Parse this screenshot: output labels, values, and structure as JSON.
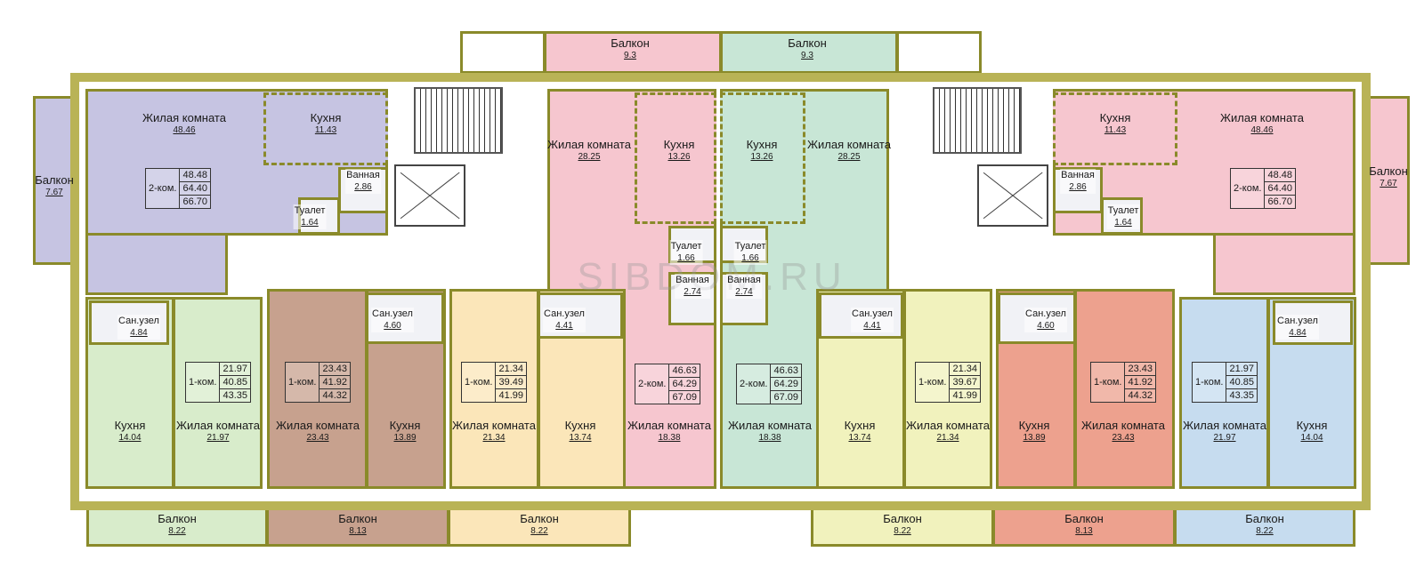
{
  "watermark": "SIBDOM.RU",
  "colors": {
    "lilac": "#c6c4e2",
    "pink": "#f6c6cf",
    "mint": "#c8e6d6",
    "lightgreen": "#d8eccb",
    "brown": "#c7a18e",
    "cream": "#fbe6b9",
    "yellow": "#f1f2bd",
    "salmon": "#eda18e",
    "blue": "#c6dcef",
    "corridor": "#ffffff",
    "wall": "#b9b356"
  },
  "top_balconies": [
    {
      "label": "Балкон",
      "area": "9.3"
    },
    {
      "label": "Балкон",
      "area": "9.3"
    }
  ],
  "side_balconies": [
    {
      "label": "Балкон",
      "area": "7.67"
    },
    {
      "label": "Балкон",
      "area": "7.67"
    }
  ],
  "bottom_balconies": [
    {
      "label": "Балкон",
      "area": "8.22"
    },
    {
      "label": "Балкон",
      "area": "8.13"
    },
    {
      "label": "Балкон",
      "area": "8.22"
    },
    {
      "label": "Балкон",
      "area": "8.22"
    },
    {
      "label": "Балкон",
      "area": "8.13"
    },
    {
      "label": "Балкон",
      "area": "8.22"
    }
  ],
  "rooms": [
    {
      "name": "Жилая комната",
      "area": "48.46"
    },
    {
      "name": "Кухня",
      "area": "11.43"
    },
    {
      "name": "Ванная",
      "area": "2.86"
    },
    {
      "name": "Туалет",
      "area": "1.64"
    },
    {
      "name": "Жилая комната",
      "area": "28.25"
    },
    {
      "name": "Кухня",
      "area": "13.26"
    },
    {
      "name": "Туалет",
      "area": "1.66"
    },
    {
      "name": "Ванная",
      "area": "2.74"
    },
    {
      "name": "Кухня",
      "area": "13.26"
    },
    {
      "name": "Жилая комната",
      "area": "28.25"
    },
    {
      "name": "Туалет",
      "area": "1.66"
    },
    {
      "name": "Ванная",
      "area": "2.74"
    },
    {
      "name": "Кухня",
      "area": "11.43"
    },
    {
      "name": "Жилая комната",
      "area": "48.46"
    },
    {
      "name": "Ванная",
      "area": "2.86"
    },
    {
      "name": "Туалет",
      "area": "1.64"
    },
    {
      "name": "Сан.узел",
      "area": "4.84"
    },
    {
      "name": "Кухня",
      "area": "14.04"
    },
    {
      "name": "Жилая комната",
      "area": "21.97"
    },
    {
      "name": "Сан.узел",
      "area": "4.60"
    },
    {
      "name": "Жилая комната",
      "area": "23.43"
    },
    {
      "name": "Кухня",
      "area": "13.89"
    },
    {
      "name": "Сан.узел",
      "area": "4.41"
    },
    {
      "name": "Жилая комната",
      "area": "21.34"
    },
    {
      "name": "Кухня",
      "area": "13.74"
    },
    {
      "name": "Жилая комната",
      "area": "18.38"
    },
    {
      "name": "Жилая комната",
      "area": "18.38"
    },
    {
      "name": "Сан.узел",
      "area": "4.41"
    },
    {
      "name": "Кухня",
      "area": "13.74"
    },
    {
      "name": "Жилая комната",
      "area": "21.34"
    },
    {
      "name": "Сан.узел",
      "area": "4.60"
    },
    {
      "name": "Кухня",
      "area": "13.89"
    },
    {
      "name": "Жилая комната",
      "area": "23.43"
    },
    {
      "name": "Сан.узел",
      "area": "4.84"
    },
    {
      "name": "Жилая комната",
      "area": "21.97"
    },
    {
      "name": "Кухня",
      "area": "14.04"
    }
  ],
  "summaries": [
    {
      "type": "2-ком.",
      "values": [
        "48.48",
        "64.40",
        "66.70"
      ]
    },
    {
      "type": "2-ком.",
      "values": [
        "46.63",
        "64.29",
        "67.09"
      ]
    },
    {
      "type": "2-ком.",
      "values": [
        "46.63",
        "64.29",
        "67.09"
      ]
    },
    {
      "type": "2-ком.",
      "values": [
        "48.48",
        "64.40",
        "66.70"
      ]
    },
    {
      "type": "1-ком.",
      "values": [
        "21.97",
        "40.85",
        "43.35"
      ]
    },
    {
      "type": "1-ком.",
      "values": [
        "23.43",
        "41.92",
        "44.32"
      ]
    },
    {
      "type": "1-ком.",
      "values": [
        "21.34",
        "39.49",
        "41.99"
      ]
    },
    {
      "type": "1-ком.",
      "values": [
        "21.34",
        "39.67",
        "41.99"
      ]
    },
    {
      "type": "1-ком.",
      "values": [
        "23.43",
        "41.92",
        "44.32"
      ]
    },
    {
      "type": "1-ком.",
      "values": [
        "21.97",
        "40.85",
        "43.35"
      ]
    }
  ]
}
